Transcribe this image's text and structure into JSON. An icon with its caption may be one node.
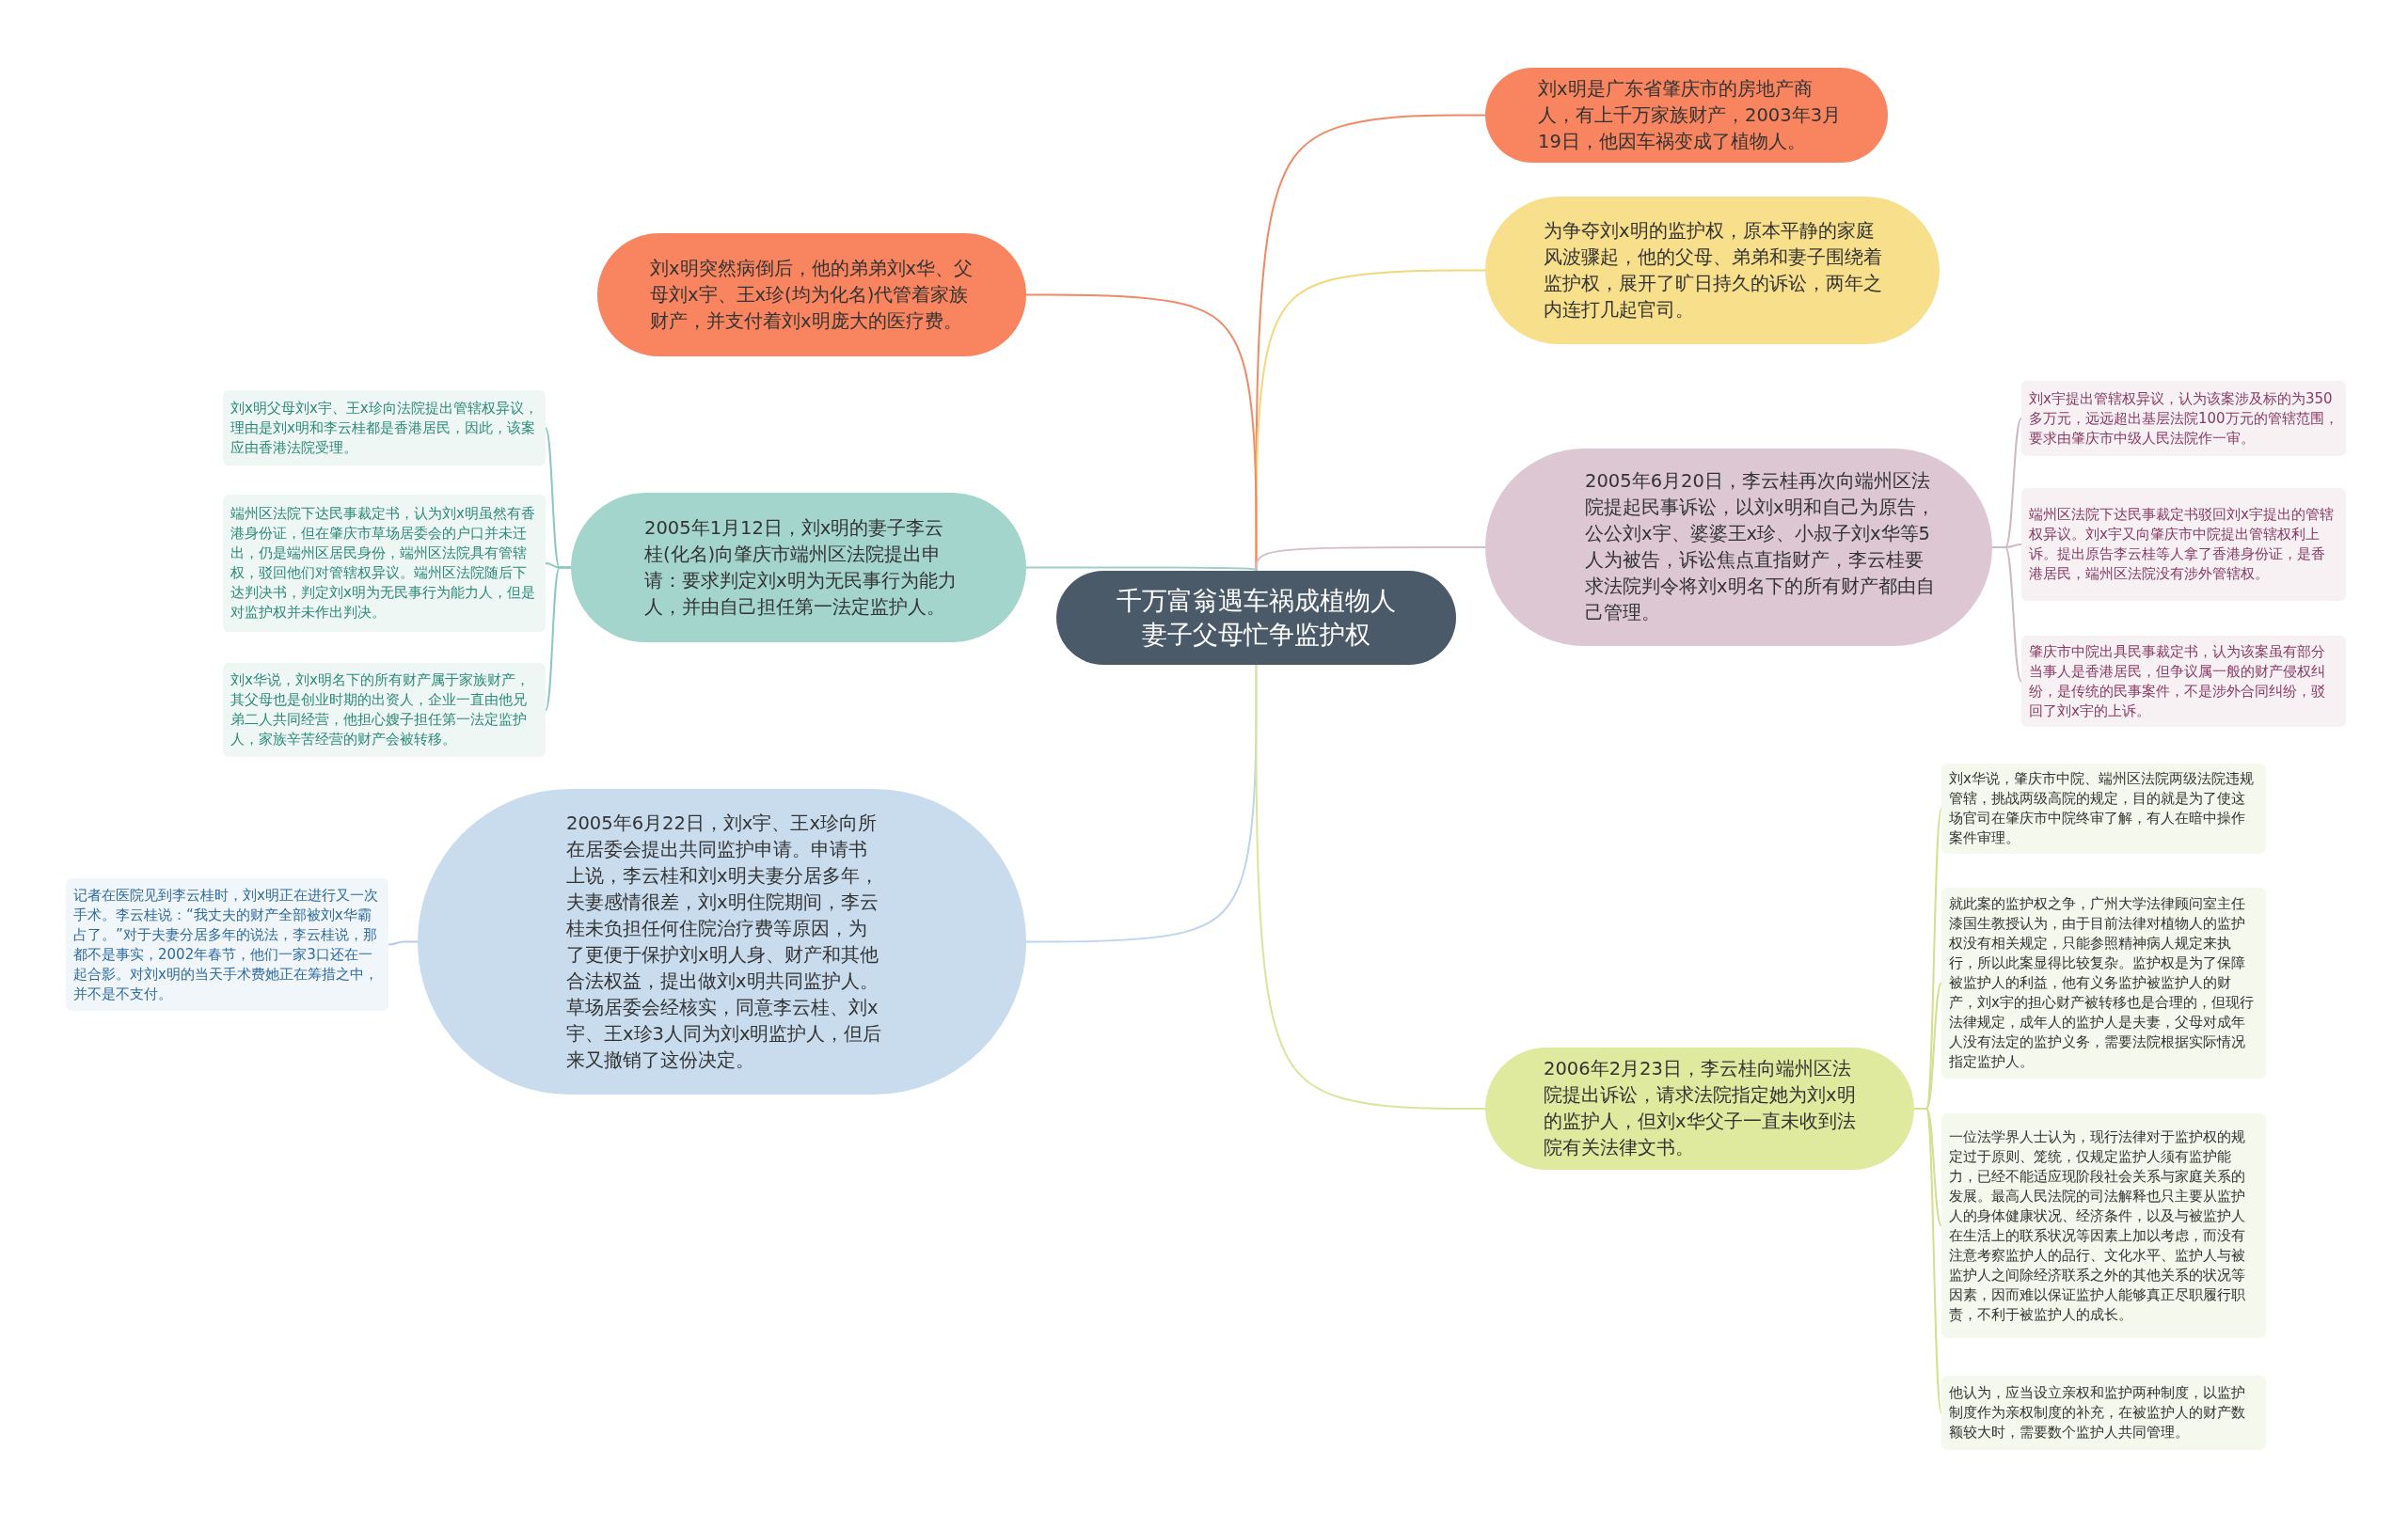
{
  "diagram": {
    "nodes": [
      {
        "text": [
          "千万富翁遇车祸成植物人妻子父母忙争监护权"
        ]
      },
      {
        "text": [
          "刘x明是广东省肇庆市的房地产商人，有上千万家族财产，2003年3月19日，他因车祸变成了植物人。"
        ]
      },
      {
        "text": [
          "为争夺刘x明的监护权，原本平静的家庭风波骤起，他的父母、弟弟和妻子围绕着监护权，展开了旷日持久的诉讼，两年之内连打几起官司。"
        ]
      },
      {
        "text": [
          "刘x明突然病倒后，他的弟弟刘x华、父母刘x宇、王x珍(均为化名)代管着家族财产，并支付着刘x明庞大的医疗费。"
        ]
      },
      {
        "text": [
          "2005年6月20日，李云桂再次向端州区法院提起民事诉讼，以刘x明和自己为原告，公公刘x宇、婆婆王x珍、小叔子刘x华等5人为被告，诉讼焦点直指财产，李云桂要求法院判令将刘x明名下的所有财产都由自己管理。"
        ]
      },
      {
        "text": [
          "刘x宇提出管辖权异议，认为该案涉及标的为350多万元，远远超出基层法院100万元的管辖范围，要求由肇庆市中级人民法院作一审。"
        ]
      },
      {
        "text": [
          "端州区法院下达民事裁定书驳回刘x宇提出的管辖权异议。刘x宇又向肇庆市中院提出管辖权利上诉。提出原告李云桂等人拿了香港身份证，是香港居民，端州区法院没有涉外管辖权。"
        ]
      },
      {
        "text": [
          "肇庆市中院出具民事裁定书，认为该案虽有部分当事人是香港居民，但争议属一般的财产侵权纠纷，是传统的民事案件，不是涉外合同纠纷，驳回了刘x宇的上诉。"
        ]
      },
      {
        "text": [
          "2005年1月12日，刘x明的妻子李云桂(化名)向肇庆市端州区法院提出申请：要求判定刘x明为无民事行为能力人，并由自己担任第一法定监护人。"
        ]
      },
      {
        "text": [
          "刘x明父母刘x宇、王x珍向法院提出管辖权异议，理由是刘x明和李云桂都是香港居民，因此，该案应由香港法院受理。"
        ]
      },
      {
        "text": [
          "端州区法院下达民事裁定书，认为刘x明虽然有香港身份证，但在肇庆市草场居委会的户口并未迁出，仍是端州区居民身份，端州区法院具有管辖权，驳回他们对管辖权异议。端州区法院随后下达判决书，判定刘x明为无民事行为能力人，但是对监护权并未作出判决。"
        ]
      },
      {
        "text": [
          "刘x华说，刘x明名下的所有财产属于家族财产，其父母也是创业时期的出资人，企业一直由他兄弟二人共同经营，他担心嫂子担任第一法定监护人，家族辛苦经营的财产会被转移。"
        ]
      },
      {
        "text": [
          "2005年6月22日，刘x宇、王x珍向所在居委会提出共同监护申请。申请书上说，李云桂和刘x明夫妻分居多年，夫妻感情很差，刘x明住院期间，李云桂未负担任何住院治疗费等原因，为了更便于保护刘x明人身、财产和其他合法权益，提出做刘x明共同监护人。草场居委会经核实，同意李云桂、刘x宇、王x珍3人同为刘x明监护人，但后来又撤销了这份决定。"
        ]
      },
      {
        "text": [
          "记者在医院见到李云桂时，刘x明正在进行又一次手术。李云桂说：“我丈夫的财产全部被刘x华霸占了。”对于夫妻分居多年的说法，李云桂说，那都不是事实，2002年春节，他们一家3口还在一起合影。对刘x明的当天手术费她正在筹措之中，并不是不支付。"
        ]
      },
      {
        "text": [
          "2006年2月23日，李云桂向端州区法院提出诉讼，请求法院指定她为刘x明的监护人，但刘x华父子一直未收到法院有关法律文书。"
        ]
      },
      {
        "text": [
          "刘x华说，肇庆市中院、端州区法院两级法院违规管辖，挑战两级高院的规定，目的就是为了使这场官司在肇庆市中院终审了解，有人在暗中操作案件审理。"
        ]
      },
      {
        "text": [
          "就此案的监护权之争，广州大学法律顾问室主任漆国生教授认为，由于目前法律对植物人的监护权没有相关规定，只能参照精神病人规定来执行，所以此案显得比较复杂。监护权是为了保障被监护人的利益，他有义务监护被监护人的财产，刘x宇的担心财产被转移也是合理的，但现行法律规定，成年人的监护人是夫妻，父母对成年人没有法定的监护义务，需要法院根据实际情况指定监护人。"
        ]
      },
      {
        "text": [
          "一位法学界人士认为，现行法律对于监护权的规定过于原则、笼统，仅规定监护人须有监护能力，已经不能适应现阶段社会关系与家庭关系的发展。最高人民法院的司法解释也只主要从监护人的身体健康状况、经济条件，以及与被监护人在生活上的联系状况等因素上加以考虑，而没有注意考察监护人的品行、文化水平、监护人与被监护人之间除经济联系之外的其他关系的状况等因素，因而难以保证监护人能够真正尽职履行职责，不利于被监护人的成长。"
        ]
      },
      {
        "text": [
          "他认为，应当设立亲权和监护两种制度，以监护制度作为亲权制度的补充，在被监护人的财产数额较大时，需要数个监护人共同管理。"
        ]
      }
    ],
    "edges": [
      {
        "from": 0,
        "to": 1,
        "arrow": "none",
        "color": "#f08a66"
      },
      {
        "from": 0,
        "to": 2,
        "arrow": "none",
        "color": "#f3d77a"
      },
      {
        "from": 0,
        "to": 3,
        "arrow": "none",
        "color": "#f08a66"
      },
      {
        "from": 0,
        "to": 4,
        "arrow": "none",
        "color": "#d9bcc9"
      },
      {
        "from": 4,
        "to": 5,
        "arrow": "none",
        "color": "#cdb8c4"
      },
      {
        "from": 4,
        "to": 6,
        "arrow": "none",
        "color": "#cdb8c4"
      },
      {
        "from": 4,
        "to": 7,
        "arrow": "none",
        "color": "#cdb8c4"
      },
      {
        "from": 0,
        "to": 8,
        "arrow": "none",
        "color": "#9fd0c8"
      },
      {
        "from": 8,
        "to": 9,
        "arrow": "none",
        "color": "#8cc8bf"
      },
      {
        "from": 8,
        "to": 10,
        "arrow": "none",
        "color": "#8cc8bf"
      },
      {
        "from": 8,
        "to": 11,
        "arrow": "none",
        "color": "#8cc8bf"
      },
      {
        "from": 0,
        "to": 12,
        "arrow": "none",
        "color": "#bcd4ec"
      },
      {
        "from": 12,
        "to": 13,
        "arrow": "none",
        "color": "#b4cde6"
      },
      {
        "from": 0,
        "to": 14,
        "arrow": "none",
        "color": "#d8e59a"
      },
      {
        "from": 14,
        "to": 15,
        "arrow": "none",
        "color": "#d2df8e"
      },
      {
        "from": 14,
        "to": 16,
        "arrow": "none",
        "color": "#d2df8e"
      },
      {
        "from": 14,
        "to": 17,
        "arrow": "none",
        "color": "#d2df8e"
      },
      {
        "from": 14,
        "to": 18,
        "arrow": "none",
        "color": "#d2df8e"
      }
    ]
  }
}
